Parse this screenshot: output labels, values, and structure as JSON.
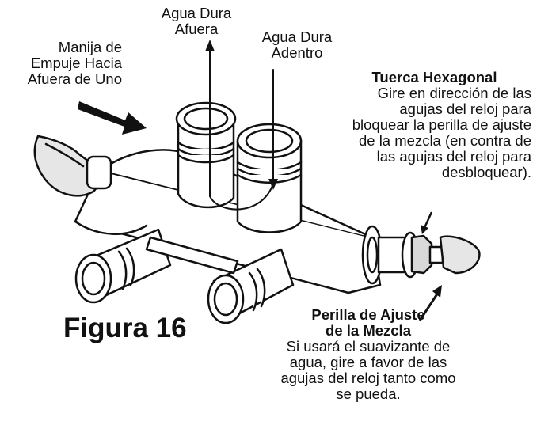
{
  "labels": {
    "hard_water_out": [
      "Agua Dura",
      "Afuera"
    ],
    "hard_water_in": [
      "Agua Dura",
      "Adentro"
    ],
    "push_handle": [
      "Manija de",
      "Empuje Hacia",
      "Afuera de Uno"
    ],
    "hex_nut": {
      "title": "Tuerca Hexagonal",
      "body": [
        "Gire en dirección de las",
        "agujas del reloj para",
        "bloquear la perilla de ajuste",
        "de la mezcla (en contra de",
        "las agujas del reloj para",
        "desbloquear)."
      ]
    },
    "blend_knob": {
      "title": [
        "Perilla de Ajuste",
        "de la Mezcla"
      ],
      "body": [
        "Si usará el suavizante de",
        "agua, gire a favor de las",
        "agujas del reloj tanto como",
        "se pueda."
      ]
    }
  },
  "figure_title": "Figura 16"
}
